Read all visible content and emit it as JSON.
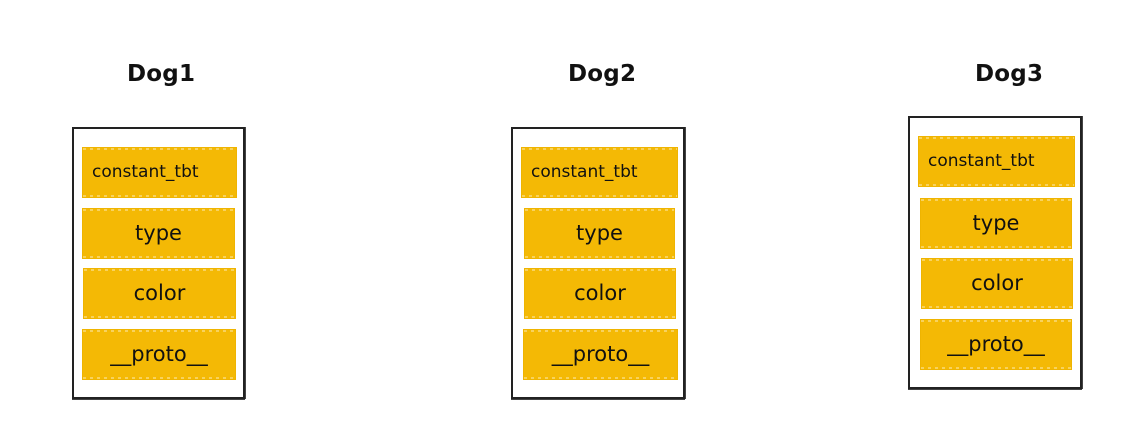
{
  "diagram": {
    "objects": [
      {
        "title": "Dog1",
        "fields": [
          "constant_tbt",
          "type",
          "color",
          "__proto__"
        ]
      },
      {
        "title": "Dog2",
        "fields": [
          "constant_tbt",
          "type",
          "color",
          "__proto__"
        ]
      },
      {
        "title": "Dog3",
        "fields": [
          "constant_tbt",
          "type",
          "color",
          "__proto__"
        ]
      }
    ],
    "colors": {
      "field_fill": "#f4b905",
      "border": "#222222",
      "text": "#111111",
      "background": "#ffffff"
    }
  }
}
